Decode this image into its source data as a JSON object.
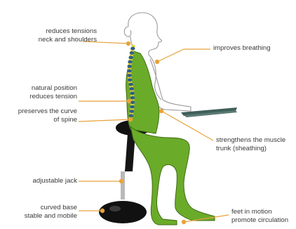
{
  "colors": {
    "body_fill": "#6bab2a",
    "body_outline": "#3f6e14",
    "spine": "#2f5f86",
    "spine_glow": "#e5d33a",
    "leader": "#e8a33a",
    "stool": "#111111",
    "stool_pole": "#b9b9b9",
    "desk": "#3f5f5a",
    "text": "#3a3a3a"
  },
  "labels": {
    "neck": [
      "reduces tensions",
      "neck and shoulders"
    ],
    "breathing": [
      "improves breathing"
    ],
    "natural": [
      "natural position",
      "reduces tension"
    ],
    "curve": [
      "preserves the curve",
      "of spine"
    ],
    "trunk": [
      "strengthens the muscle",
      "trunk (sheathing)"
    ],
    "jack": [
      "adjustable jack"
    ],
    "base": [
      "curved base",
      "stable and mobile"
    ],
    "feet": [
      "feet in motion",
      "promote circulation"
    ]
  }
}
